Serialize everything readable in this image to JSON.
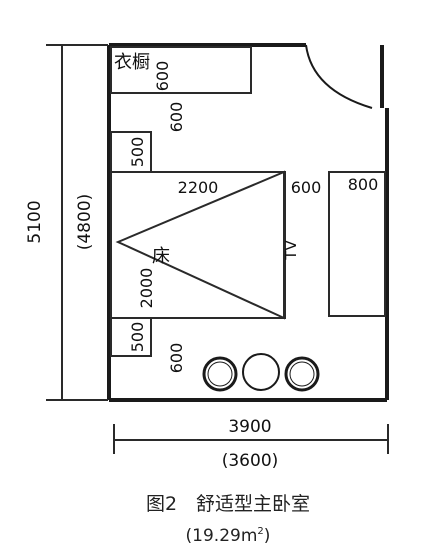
{
  "plan": {
    "wardrobe": "衣橱",
    "wardrobe_depth": "600",
    "walkway_top": "600",
    "nightstand_top": "500",
    "nightstand_bottom": "500",
    "bed_width": "2200",
    "bed_length": "2000",
    "bed_side_gap": "600",
    "bed": "床",
    "tv": "TV",
    "desk_width": "800",
    "walkway_bottom": "600"
  },
  "dims": {
    "height_outer": "5100",
    "height_inner": "(4800)",
    "width_outer": "3900",
    "width_inner": "(3600)"
  },
  "caption": {
    "title": "图2　舒适型主卧室",
    "area_prefix": "(19.29m",
    "area_sup": "2",
    "area_suffix": ")"
  },
  "colors": {
    "wall": "#1a1a1a",
    "line": "#2a2a2a",
    "background": "#ffffff"
  }
}
